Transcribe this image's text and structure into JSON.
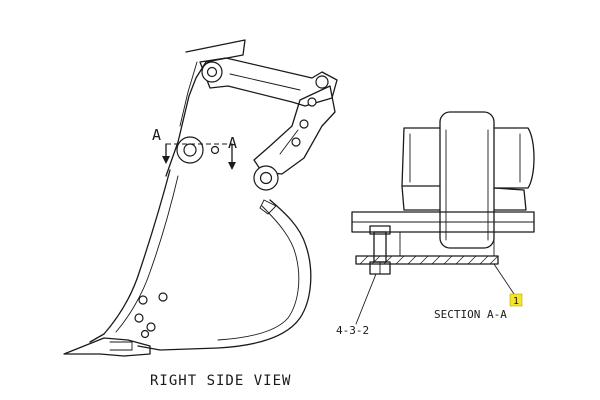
{
  "view_label": "RIGHT SIDE VIEW",
  "section_cut": {
    "left_marker": "A",
    "right_marker": "A"
  },
  "section_label": "SECTION A-A",
  "part_callout": "4-3-2",
  "callout_flag": {
    "number": "1",
    "color": "#f5e62a"
  },
  "line_color": "#1a1a1a",
  "background_color": "#ffffff"
}
